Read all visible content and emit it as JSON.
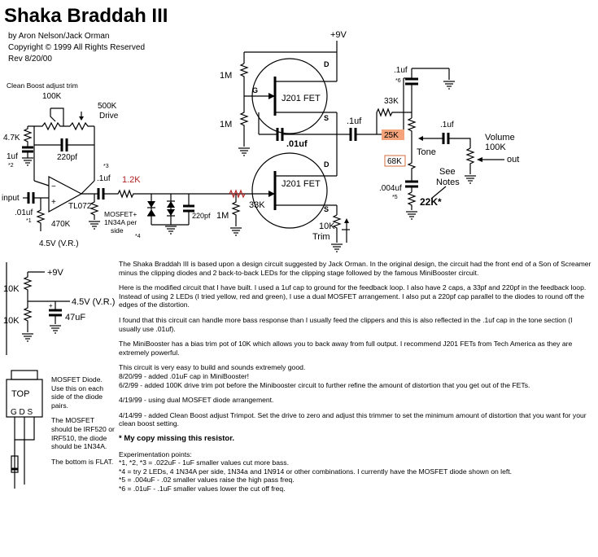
{
  "header": {
    "title": "Shaka Braddah III",
    "authors": "by Aron Nelson/Jack Orman",
    "copyright": "Copyright © 1999 All Rights Reserved",
    "revision": "Rev 8/20/00"
  },
  "schematic": {
    "clean_boost_label": "Clean Boost adjust trim",
    "r_100k": "100K",
    "r_500k": "500K",
    "drive": "Drive",
    "r_4_7k": "4.7K",
    "c_1uf": "1uf",
    "mark_2": "*2",
    "c_220pf": "220pf",
    "mark_3": "*3",
    "c_1uf_b": ".1uf",
    "r_1_2k": "1.2K",
    "input": "input",
    "c_01uf": ".01uf",
    "mark_1": "*1",
    "r_470k": "470K",
    "opamp": "TL072",
    "mosfet_note": [
      "MOSFET+",
      "1N34A per",
      "side"
    ],
    "mark_4": "*4",
    "c_220pf_b": "220pf",
    "bias": "4.5V (V.R.)",
    "v9": "+9V",
    "r_1m_a": "1M",
    "r_1m_b": "1M",
    "r_1m_c": "1M",
    "fet1": "J201 FET",
    "fet2": "J201 FET",
    "pin_d": "D",
    "pin_g": "G",
    "pin_s": "S",
    "c_01uf_mid": ".01uf",
    "c_1uf_out": ".1uf",
    "r_33k_a": "33K",
    "r_33k_b": "33K",
    "r_10k_trim": "10K",
    "trim": "Trim",
    "c_1uf_top": ".1uf",
    "mark_6": "*6",
    "r_25k": "25K",
    "r_68k": "68K",
    "tone": "Tone",
    "c_004uf": ".004uf",
    "mark_5": "*5",
    "r_22k": "22K*",
    "see_notes": [
      "See",
      "Notes"
    ],
    "c_1uf_vol": ".1uf",
    "volume": "Volume",
    "r_100k_vol": "100K",
    "out": "out",
    "ps_v9": "+9V",
    "ps_r1": "10K",
    "ps_r2": "10K",
    "ps_bias": "4.5V (V.R.)",
    "ps_cap": "47uF",
    "pkg_top": "TOP",
    "pkg_pins": "G D S",
    "highlight_color": "#f4a37a"
  },
  "side_notes": {
    "p1": "MOSFET Diode. Use this on each side of the diode pairs.",
    "p2": "The MOSFET should be IRF520 or IRF510, the diode should be 1N34A.",
    "p3": "The bottom is FLAT."
  },
  "notes": {
    "p1": "The Shaka Braddah III is based upon a design circuit suggested by Jack Orman. In the original design, the circuit had the front end of a Son of Screamer minus the clipping diodes and 2 back-to-back LEDs for the clipping stage followed by the famous MiniBooster circuit.",
    "p2": "Here is the modified circuit that I have built. I used a 1uf cap to ground for the feedback loop. I also have 2 caps, a 33pf and 220pf in the feedback loop. Instead of using 2 LEDs (I tried yellow, red and green), I use a dual MOSFET arrangement. I also put a 220pf cap parallel to the diodes to round off the edges of the distortion.",
    "p3": "I found that this circuit can handle more bass response than I usually feed the clippers and this is also reflected in the .1uf cap in the tone section (I usually use .01uf).",
    "p4": "The MiniBooster has a bias trim pot of 10K which allows you to back away from full output. I recommend J201 FETs from Tech America as they are extremely powerful.",
    "p5": "This circuit is very easy to build and sounds extremely good.",
    "p6": "8/20/99 - added .01uF cap in MiniBooster!",
    "p7": "6/2/99 - added 100K drive trim pot before the Minibooster circuit to further refine the amount of distortion that you get out of the FETs.",
    "p8": "4/19/99 - using dual MOSFET diode arrangement.",
    "p9": "4/14/99 - added Clean Boost adjust Trimpot. Set the drive to zero and adjust this trimmer to set the minimum amount of distortion that you want for your clean boost setting.",
    "p10": "* My copy missing this resistor.",
    "p11": "Experimentation points:",
    "p12": "*1, *2, *3 = .022uF - 1uF smaller values cut more bass.",
    "p13": "*4 = try 2 LEDs, 4 1N34A per side, 1N34a and 1N914 or other combinations. I currently have the MOSFET diode shown on left.",
    "p14": "*5 = .004uF - .02 smaller values raise the high pass freq.",
    "p15": "*6 = .01uF - .1uF smaller values lower the cut off freq."
  }
}
